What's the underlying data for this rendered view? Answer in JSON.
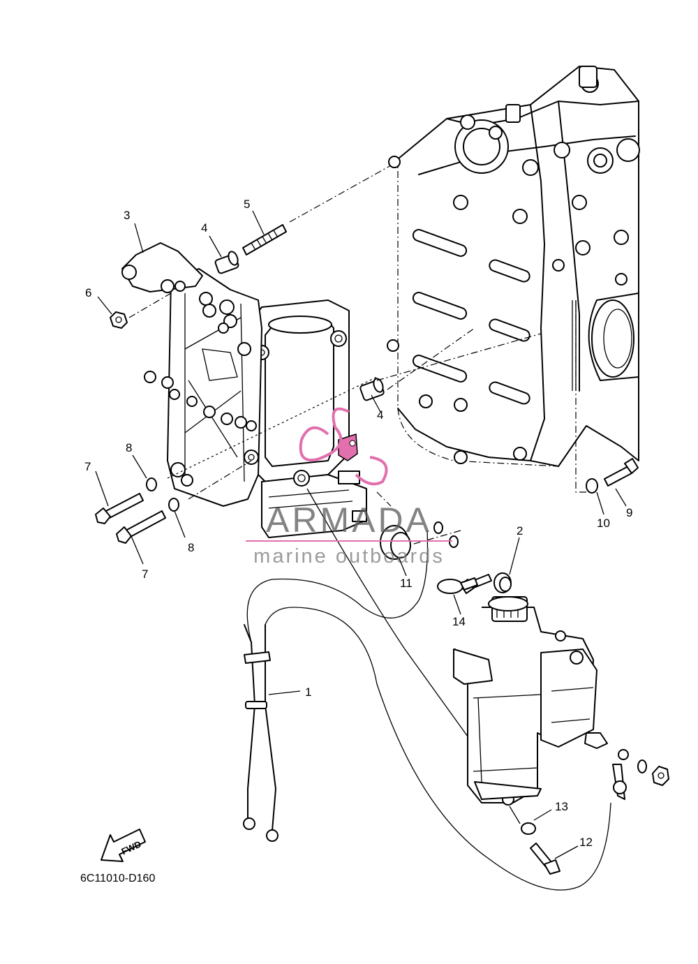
{
  "diagram_code": "6C11010-D160",
  "fwd_label": "FWD",
  "watermark": {
    "title": "ARMADA",
    "subtitle": "marine outboards",
    "accent_color": "#e26fae"
  },
  "callouts": [
    "1",
    "2",
    "3",
    "4",
    "4",
    "5",
    "6",
    "7",
    "7",
    "8",
    "8",
    "9",
    "10",
    "11",
    "12",
    "13",
    "14"
  ]
}
